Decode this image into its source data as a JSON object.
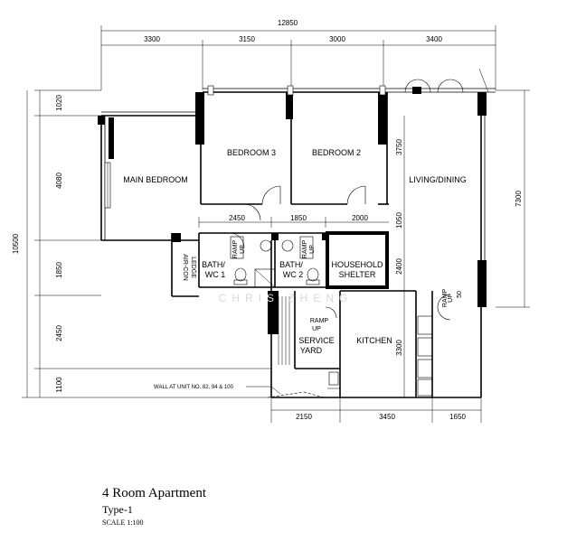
{
  "dimensions": {
    "top_total": "12850",
    "top_segments": [
      "3300",
      "3150",
      "3000",
      "3400"
    ],
    "left_total": "10500",
    "left_segments": [
      "1020",
      "4080",
      "1850",
      "2450",
      "1100"
    ],
    "inner_widths": [
      "2450",
      "1850",
      "2000"
    ],
    "inner_heights": [
      "3750",
      "1050",
      "2400",
      "3300"
    ],
    "right_total": "7300",
    "bottom_segments": [
      "2150",
      "3450",
      "1650"
    ],
    "ramp_small": "50"
  },
  "rooms": {
    "main_bedroom": "MAIN BEDROOM",
    "bedroom3": "BEDROOM 3",
    "bedroom2": "BEDROOM 2",
    "living_dining": "LIVING/DINING",
    "bath1_line1": "BATH/",
    "bath1_line2": "WC 1",
    "bath2_line1": "BATH/",
    "bath2_line2": "WC 2",
    "shelter_line1": "HOUSEHOLD",
    "shelter_line2": "SHELTER",
    "aircon_line1": "AIR-CON",
    "aircon_line2": "LEDGE",
    "service_line1": "SERVICE",
    "service_line2": "YARD",
    "kitchen": "KITCHEN"
  },
  "labels": {
    "ramp": "RAMP",
    "up": "UP",
    "wall_note": "WALL AT UNIT NO. 82, 94 & 100",
    "watermark": "CHRIS ZHENG"
  },
  "title": {
    "main": "4 Room Apartment",
    "type": "Type-1",
    "scale": "SCALE 1:100"
  }
}
